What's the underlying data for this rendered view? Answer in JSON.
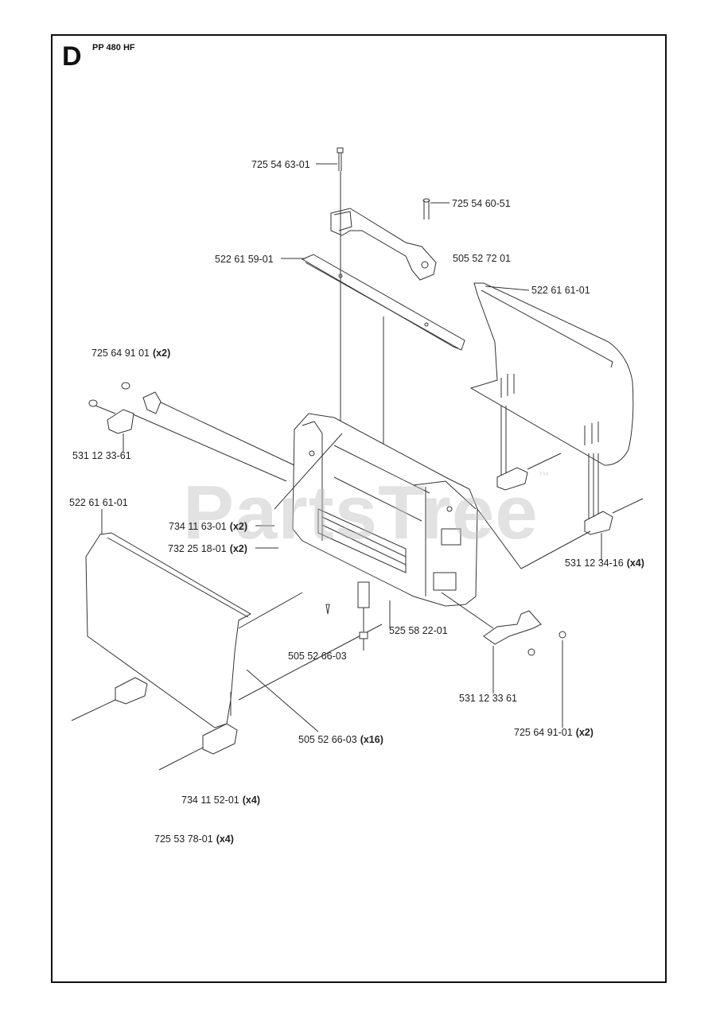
{
  "header": {
    "section_letter": "D",
    "model": "PP 480 HF"
  },
  "watermark": {
    "text": "PartsTree",
    "mark": "™"
  },
  "parts": [
    {
      "id": "p1",
      "number": "725 54 63-01",
      "qty": ""
    },
    {
      "id": "p2",
      "number": "725 54 60-51",
      "qty": ""
    },
    {
      "id": "p3",
      "number": "522 61 59-01",
      "qty": ""
    },
    {
      "id": "p4",
      "number": "505 52 72 01",
      "qty": ""
    },
    {
      "id": "p5",
      "number": "522 61 61-01",
      "qty": ""
    },
    {
      "id": "p6",
      "number": "725 64 91 01",
      "qty": "(x2)"
    },
    {
      "id": "p7",
      "number": "531 12 33-61",
      "qty": ""
    },
    {
      "id": "p8",
      "number": "522 61 61-01",
      "qty": ""
    },
    {
      "id": "p9",
      "number": "734 11 63-01",
      "qty": "(x2)"
    },
    {
      "id": "p10",
      "number": "732 25 18-01",
      "qty": "(x2)"
    },
    {
      "id": "p11",
      "number": "531 12 34-16",
      "qty": "(x4)"
    },
    {
      "id": "p12",
      "number": "525 58 22-01",
      "qty": ""
    },
    {
      "id": "p13",
      "number": "505 52 66-03",
      "qty": ""
    },
    {
      "id": "p14",
      "number": "531 12 33 61",
      "qty": ""
    },
    {
      "id": "p15",
      "number": "725 64 91-01",
      "qty": "(x2)"
    },
    {
      "id": "p16",
      "number": "505 52 66-03",
      "qty": "(x16)"
    },
    {
      "id": "p17",
      "number": "734 11 52-01",
      "qty": "(x4)"
    },
    {
      "id": "p18",
      "number": "725 53 78-01",
      "qty": "(x4)"
    }
  ]
}
